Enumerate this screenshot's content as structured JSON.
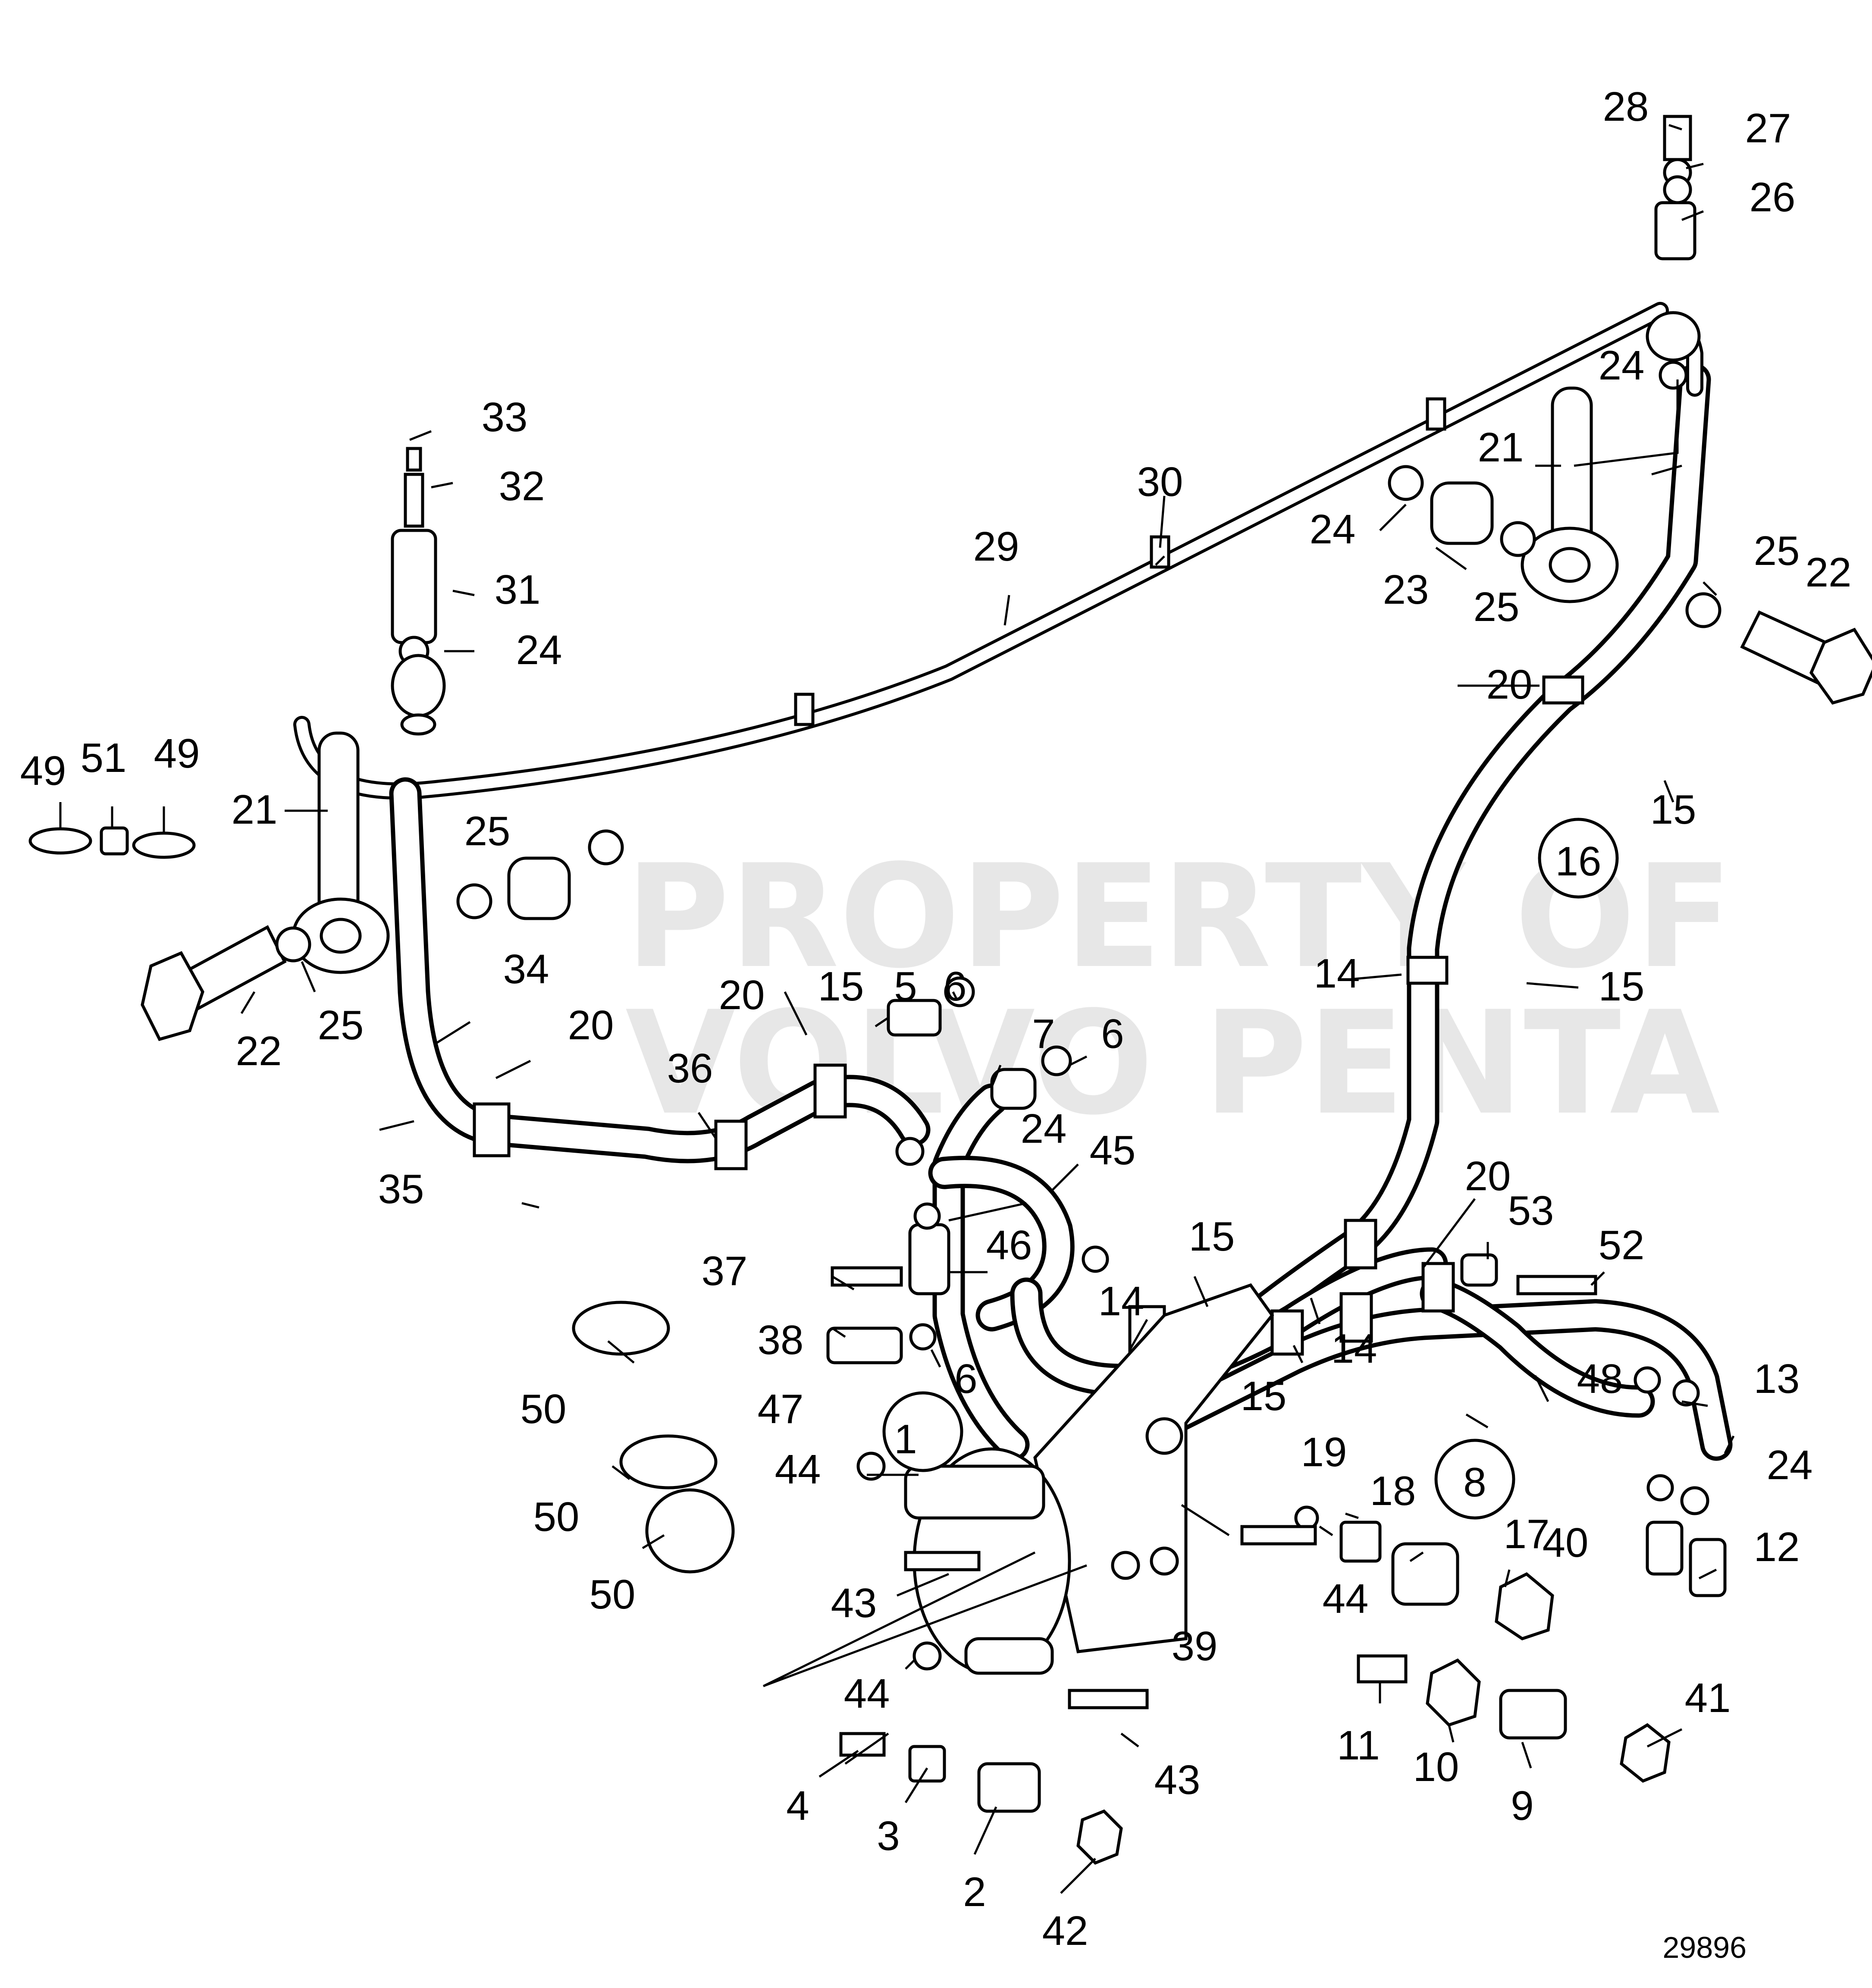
{
  "drawing_number": "29896",
  "watermark": {
    "line1": "PROPERTY OF",
    "line2": "VOLVO PENTA"
  },
  "parts": {
    "p1": "1",
    "p2": "2",
    "p3": "3",
    "p4": "4",
    "p5": "5",
    "p6": "6",
    "p7": "7",
    "p8": "8",
    "p9": "9",
    "p10": "10",
    "p11": "11",
    "p12": "12",
    "p13": "13",
    "p14": "14",
    "p15": "15",
    "p16": "16",
    "p17": "17",
    "p18": "18",
    "p19": "19",
    "p20": "20",
    "p21": "21",
    "p22": "22",
    "p23": "23",
    "p24": "24",
    "p25": "25",
    "p26": "26",
    "p27": "27",
    "p28": "28",
    "p29": "29",
    "p30": "30",
    "p31": "31",
    "p32": "32",
    "p33": "33",
    "p34": "34",
    "p35": "35",
    "p36": "36",
    "p37": "37",
    "p38": "38",
    "p39": "39",
    "p40": "40",
    "p41": "41",
    "p42": "42",
    "p43": "43",
    "p44": "44",
    "p45": "45",
    "p46": "46",
    "p47": "47",
    "p48": "48",
    "p49": "49",
    "p50": "50",
    "p51": "51",
    "p52": "52",
    "p53": "53"
  }
}
